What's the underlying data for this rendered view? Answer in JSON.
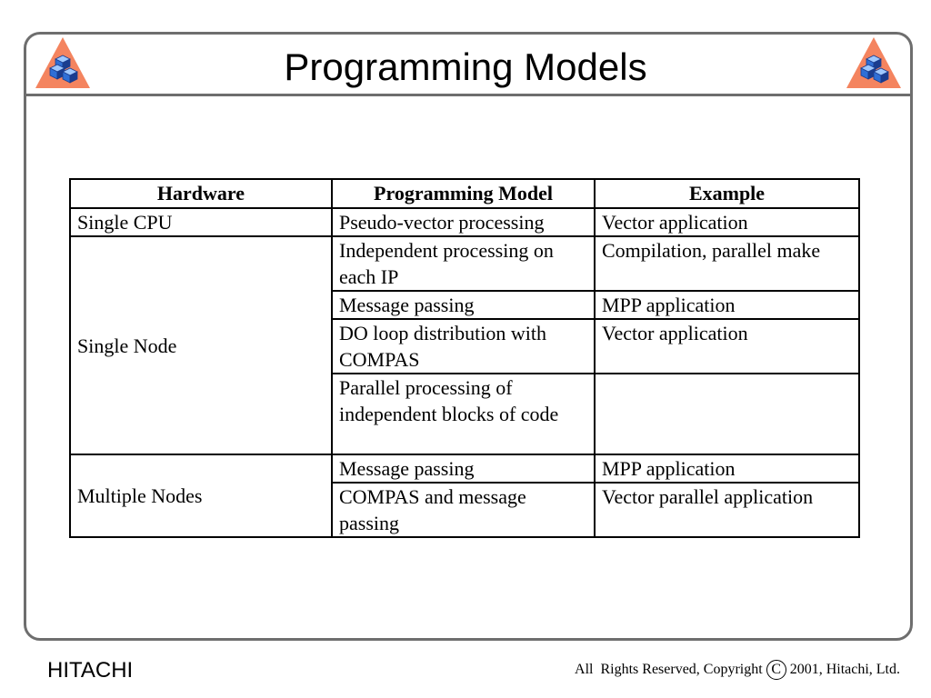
{
  "slide": {
    "title": "Programming Models"
  },
  "logo": {
    "icon": "hitachi-cube-triangle-logo",
    "colors": {
      "triangle": "#f4845f",
      "cube_top": "#9ec8ff",
      "cube_side": "#2f6fd6",
      "cube_dark": "#1a3d8f"
    }
  },
  "table": {
    "headers": [
      "Hardware",
      "Programming Model",
      "Example"
    ],
    "groups": [
      {
        "hardware": "Single CPU",
        "rows": [
          {
            "model": "Pseudo-vector processing",
            "example": "Vector application"
          }
        ]
      },
      {
        "hardware": "Single Node",
        "rows": [
          {
            "model": "Independent processing on each IP",
            "example": "Compilation, parallel make"
          },
          {
            "model": "Message passing",
            "example": "MPP application"
          },
          {
            "model": "DO loop distribution with COMPAS",
            "example": "Vector application"
          },
          {
            "model": "Parallel processing of independent blocks of code",
            "example": ""
          }
        ]
      },
      {
        "hardware": "Multiple Nodes",
        "rows": [
          {
            "model": "Message passing",
            "example": "MPP application"
          },
          {
            "model": "COMPAS and message passing",
            "example": "Vector parallel application"
          }
        ]
      }
    ]
  },
  "footer": {
    "brand": "HITACHI",
    "copyright_prefix": "All  Rights Reserved, Copyright",
    "copyright_symbol": "C",
    "copyright_suffix": "2001, Hitachi, Ltd."
  }
}
